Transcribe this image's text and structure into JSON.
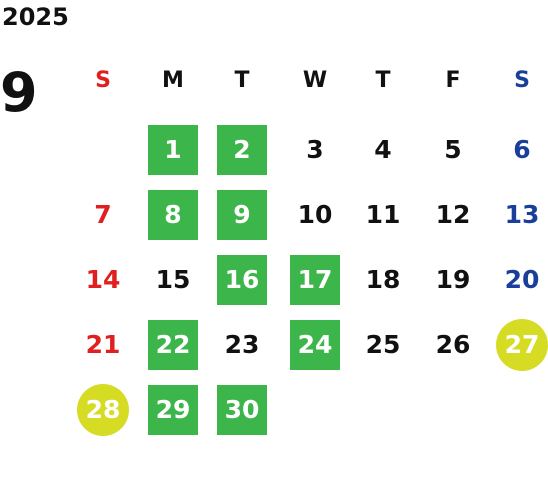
{
  "header": {
    "year": "2025",
    "month": "9"
  },
  "weekdays": [
    "S",
    "M",
    "T",
    "W",
    "T",
    "F",
    "S"
  ],
  "weekday_colors": [
    "#e02020",
    "#111111",
    "#111111",
    "#111111",
    "#111111",
    "#111111",
    "#1a3f9a"
  ],
  "colors": {
    "sunday": "#e02020",
    "saturday": "#1a3f9a",
    "weekday": "#111111",
    "highlight_green": "#3cb54a",
    "highlight_yellow_circle": "#d6dc24"
  },
  "days": [
    {
      "label": "1",
      "style": "green"
    },
    {
      "label": "2",
      "style": "green"
    },
    {
      "label": "3",
      "style": ""
    },
    {
      "label": "4",
      "style": ""
    },
    {
      "label": "5",
      "style": ""
    },
    {
      "label": "6",
      "style": ""
    },
    {
      "label": "7",
      "style": ""
    },
    {
      "label": "8",
      "style": "green"
    },
    {
      "label": "9",
      "style": "green"
    },
    {
      "label": "10",
      "style": ""
    },
    {
      "label": "11",
      "style": ""
    },
    {
      "label": "12",
      "style": ""
    },
    {
      "label": "13",
      "style": ""
    },
    {
      "label": "14",
      "style": ""
    },
    {
      "label": "15",
      "style": ""
    },
    {
      "label": "16",
      "style": "green"
    },
    {
      "label": "17",
      "style": "green"
    },
    {
      "label": "18",
      "style": ""
    },
    {
      "label": "19",
      "style": ""
    },
    {
      "label": "20",
      "style": ""
    },
    {
      "label": "21",
      "style": ""
    },
    {
      "label": "22",
      "style": "green"
    },
    {
      "label": "23",
      "style": ""
    },
    {
      "label": "24",
      "style": "green"
    },
    {
      "label": "25",
      "style": ""
    },
    {
      "label": "26",
      "style": ""
    },
    {
      "label": "27",
      "style": "circle"
    },
    {
      "label": "28",
      "style": "circle"
    },
    {
      "label": "29",
      "style": "green"
    },
    {
      "label": "30",
      "style": "green"
    }
  ]
}
